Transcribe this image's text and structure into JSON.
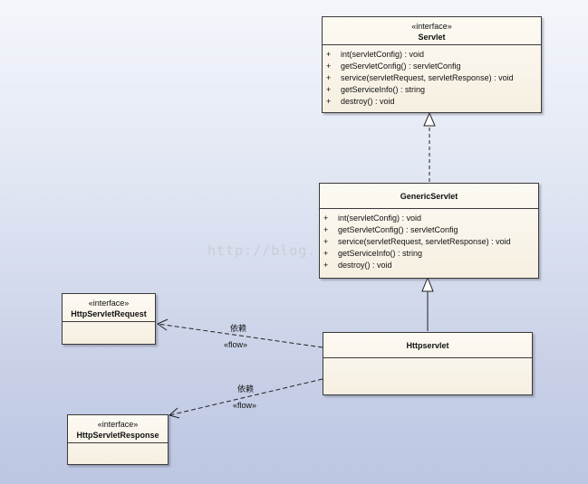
{
  "diagram": {
    "classes": {
      "servlet": {
        "stereotype": "«interface»",
        "name": "Servlet",
        "operations": [
          {
            "vis": "+",
            "sig": "int(servletConfig) : void"
          },
          {
            "vis": "+",
            "sig": "getServletConfig() : servletConfig"
          },
          {
            "vis": "+",
            "sig": "service(servletRequest, servletResponse) : void"
          },
          {
            "vis": "+",
            "sig": "getServiceInfo() : string"
          },
          {
            "vis": "+",
            "sig": "destroy() : void"
          }
        ]
      },
      "generic_servlet": {
        "name": "GenericServlet",
        "operations": [
          {
            "vis": "+",
            "sig": "int(servletConfig) : void"
          },
          {
            "vis": "+",
            "sig": "getServletConfig() : servletConfig"
          },
          {
            "vis": "+",
            "sig": "service(servletRequest, servletResponse) : void"
          },
          {
            "vis": "+",
            "sig": "getServiceInfo() : string"
          },
          {
            "vis": "+",
            "sig": "destroy() : void"
          }
        ]
      },
      "http_servlet": {
        "name": "Httpservlet"
      },
      "http_servlet_request": {
        "stereotype": "«interface»",
        "name": "HttpServletRequest"
      },
      "http_servlet_response": {
        "stereotype": "«interface»",
        "name": "HttpServletResponse"
      }
    },
    "edges": {
      "request_dependency": {
        "name": "依赖",
        "stereotype": "«flow»"
      },
      "response_dependency": {
        "name": "依赖",
        "stereotype": "«flow»"
      }
    },
    "watermark": "http://blog."
  }
}
